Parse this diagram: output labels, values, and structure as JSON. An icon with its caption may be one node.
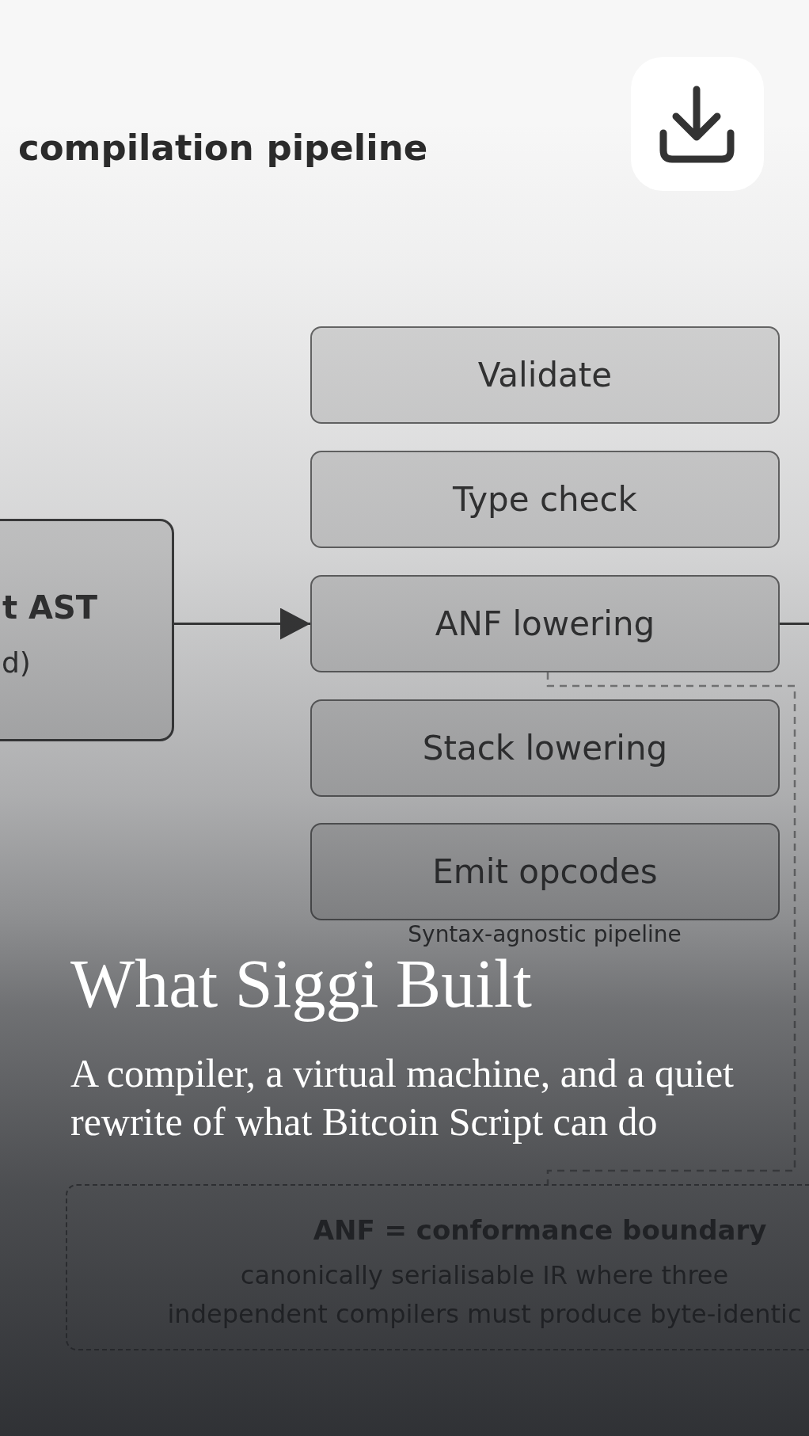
{
  "diagram": {
    "title": "compilation pipeline",
    "nodes": [
      {
        "text": [
          "t AST",
          "d)"
        ]
      },
      {
        "text": [
          "Validate"
        ]
      },
      {
        "text": [
          "Type check"
        ]
      },
      {
        "text": [
          "ANF lowering"
        ]
      },
      {
        "text": [
          "Stack lowering"
        ]
      },
      {
        "text": [
          "Emit opcodes"
        ]
      },
      {
        "text": [
          "ANF = conformance boundary",
          "canonically serialisable IR where three independent compilers must produce byte-identic"
        ]
      }
    ],
    "edges": [
      {
        "from": 0,
        "to": 3,
        "arrow": "to"
      },
      {
        "from": 3,
        "to": null,
        "arrow": "none"
      },
      {
        "from": 3,
        "to": 6,
        "arrow": "none",
        "style": "dashed",
        "color": "#8c8c8c"
      }
    ],
    "labels": [
      "Syntax-agnostic pipeline",
      "What Siggi Built",
      "A compiler, a virtual machine, and a quiet rewrite of what Bitcoin Script can do"
    ]
  }
}
